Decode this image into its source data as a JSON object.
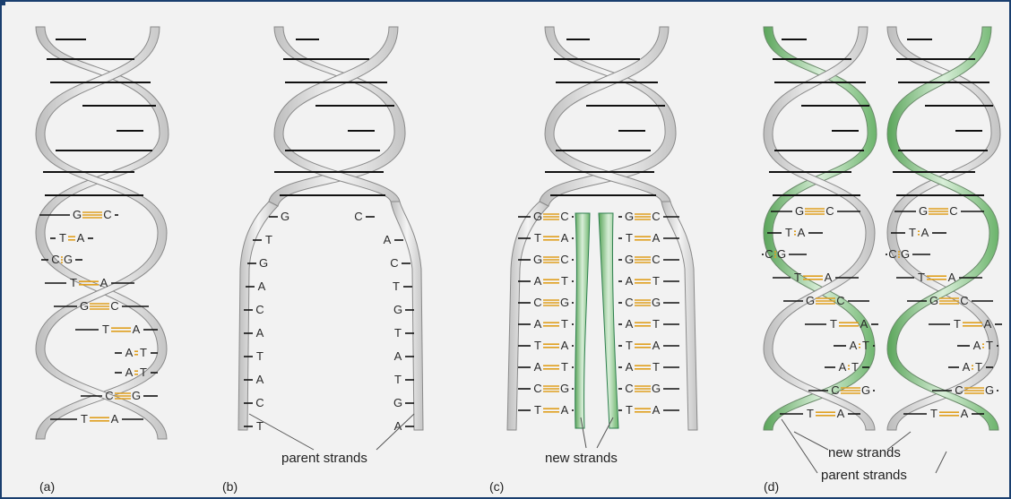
{
  "figure": {
    "colors": {
      "background": "#f2f2f2",
      "frame": "#1a3f6f",
      "parent_strand": "#dcdcdc",
      "new_strand": "#7fc07f",
      "bond": "#e0a020",
      "rung": "#111111"
    },
    "panels": [
      {
        "id": "a",
        "label": "(a)",
        "pairs": [
          [
            "G",
            "C"
          ],
          [
            "T",
            "A"
          ],
          [
            "C",
            "G"
          ],
          [
            "T",
            "A"
          ],
          [
            "G",
            "C"
          ],
          [
            "T",
            "A"
          ],
          [
            "A",
            "T"
          ],
          [
            "A",
            "T"
          ],
          [
            "C",
            "G"
          ],
          [
            "T",
            "A"
          ]
        ]
      },
      {
        "id": "b",
        "label": "(b)",
        "left_bases": [
          "G",
          "T",
          "G",
          "A",
          "C",
          "A",
          "T",
          "A",
          "C",
          "T"
        ],
        "right_bases": [
          "C",
          "A",
          "C",
          "T",
          "G",
          "T",
          "A",
          "T",
          "G",
          "A"
        ],
        "annotation": "parent strands"
      },
      {
        "id": "c",
        "label": "(c)",
        "pairs": [
          [
            "G",
            "C"
          ],
          [
            "T",
            "A"
          ],
          [
            "G",
            "C"
          ],
          [
            "A",
            "T"
          ],
          [
            "C",
            "G"
          ],
          [
            "A",
            "T"
          ],
          [
            "T",
            "A"
          ],
          [
            "A",
            "T"
          ],
          [
            "C",
            "G"
          ],
          [
            "T",
            "A"
          ]
        ],
        "annotation": "new strands"
      },
      {
        "id": "d",
        "label": "(d)",
        "pairs": [
          [
            "G",
            "C"
          ],
          [
            "T",
            "A"
          ],
          [
            "C",
            "G"
          ],
          [
            "T",
            "A"
          ],
          [
            "G",
            "C"
          ],
          [
            "T",
            "A"
          ],
          [
            "A",
            "T"
          ],
          [
            "A",
            "T"
          ],
          [
            "C",
            "G"
          ],
          [
            "T",
            "A"
          ]
        ],
        "annotation_new": "new strands",
        "annotation_parent": "parent strands"
      }
    ]
  }
}
